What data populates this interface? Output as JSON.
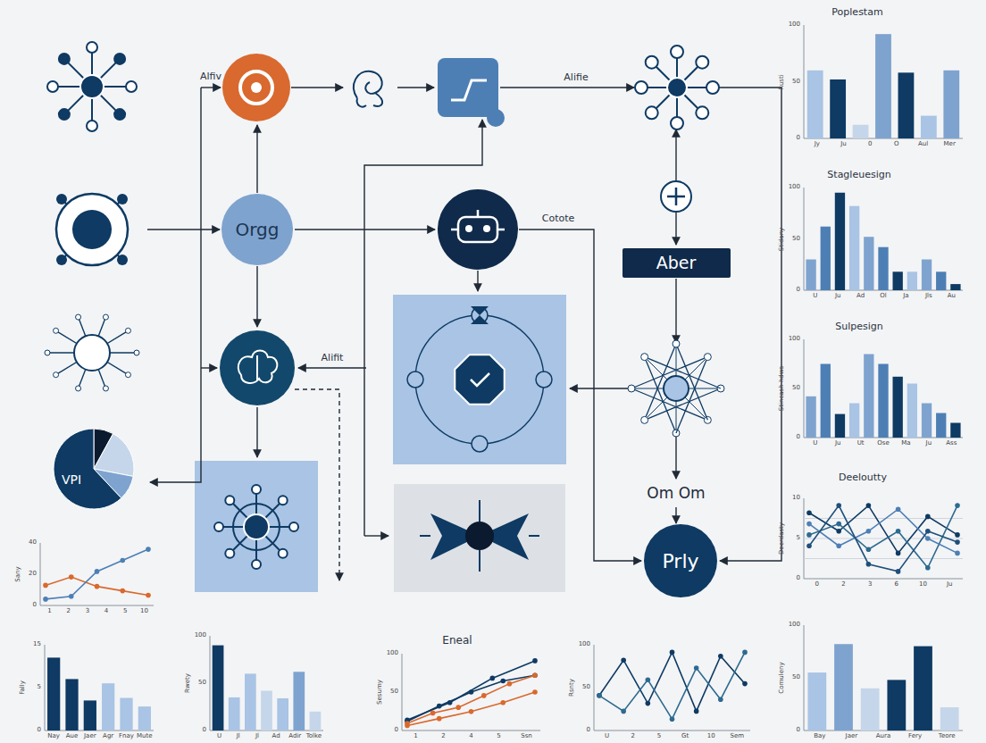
{
  "diagram": {
    "nodes": [
      {
        "text": [
          "Orgg"
        ]
      },
      {
        "text": [
          "Aber"
        ]
      },
      {
        "text": [
          "Prly"
        ]
      }
    ],
    "labels": [
      "Alfiv",
      "Alifie",
      "Cotote",
      "Alifit",
      "Om Om",
      "VPI",
      "Poplestam",
      "Stagleuesign",
      "Sulpesign",
      "Deeloutty",
      "Eneal",
      "Rusti",
      "100",
      "50",
      "0",
      "Jy",
      "Ju",
      "0",
      "O",
      "Aul",
      "Mer",
      "Stidany",
      "100",
      "50",
      "0",
      "U",
      "Ju",
      "Ad",
      "Ol",
      "Ja",
      "Jls",
      "Au",
      "Stincash hdws",
      "100",
      "50",
      "0",
      "U",
      "Ju",
      "Ut",
      "Ose",
      "Ma",
      "Ju",
      "Ass",
      "Deerdasty",
      "10",
      "5",
      "0",
      "0",
      "2",
      "3",
      "6",
      "10",
      "Ju",
      "Comuleny",
      "100",
      "50",
      "0",
      "Bay",
      "Jaer",
      "Aura",
      "Fery",
      "Teore",
      "Sany",
      "40",
      "20",
      "0",
      "1",
      "2",
      "3",
      "4",
      "5",
      "10",
      "Fally",
      "15",
      "5",
      "0",
      "Nay",
      "Aue",
      "Jaer",
      "Agr",
      "Fnay",
      "Mute",
      "Rwety",
      "100",
      "50",
      "0",
      "U",
      "Jl",
      "Jl",
      "Ad",
      "Adir",
      "Tolke",
      "Sesumy",
      "100",
      "50",
      "0",
      "1",
      "2",
      "4",
      "5",
      "Ssn",
      "Rsnty",
      "100",
      "50",
      "0",
      "U",
      "2",
      "5",
      "Gt",
      "10",
      "Sem"
    ]
  }
}
